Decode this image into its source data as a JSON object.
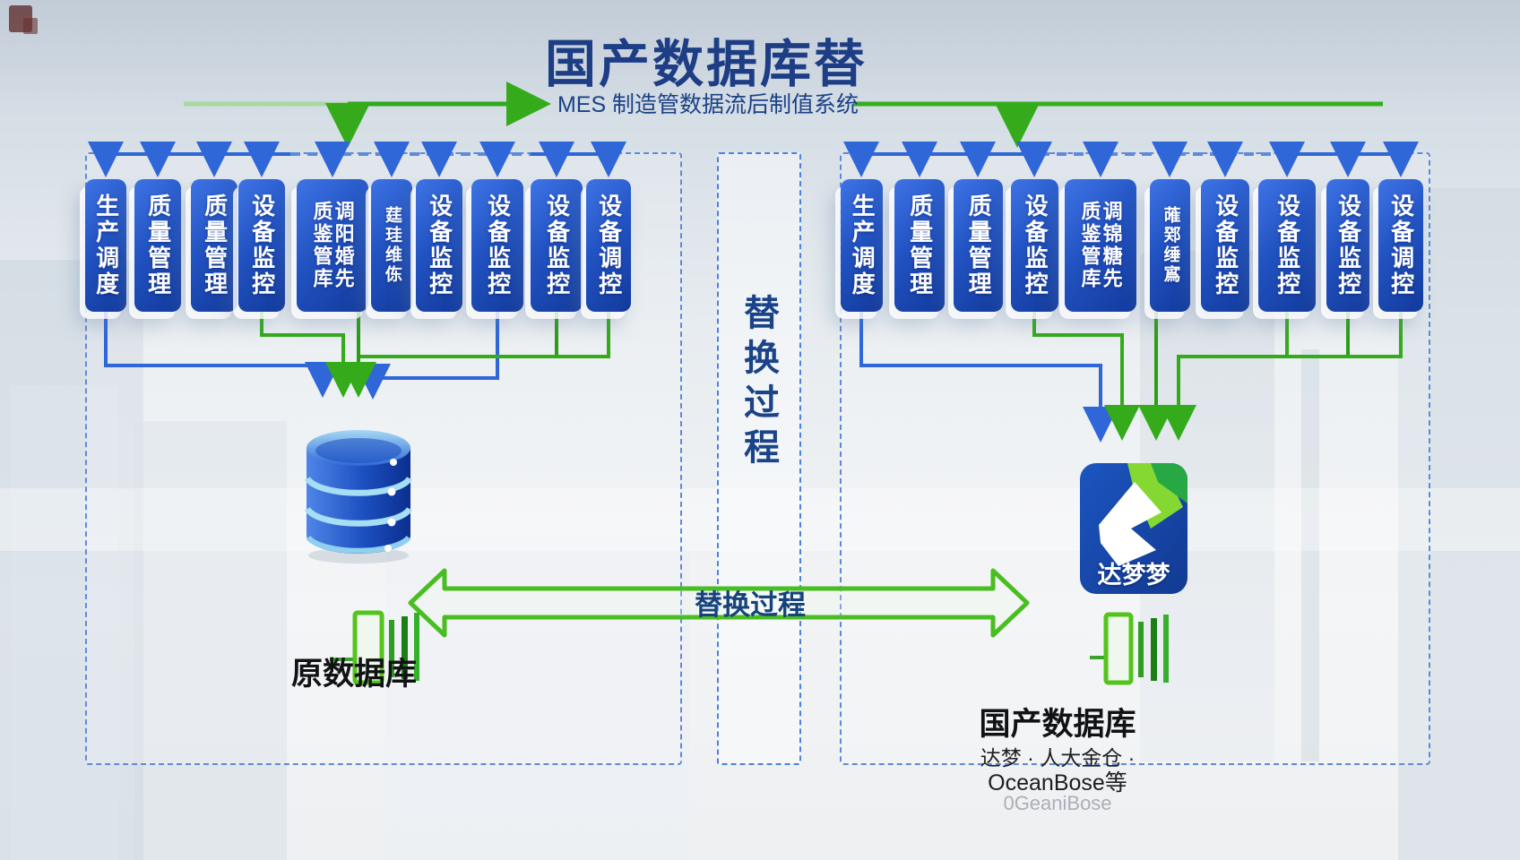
{
  "title": "国产数据库替",
  "subtitle": "MES 制造管数据流后制值系统",
  "left_panel": {
    "modules": [
      "生产调度",
      "质量管理",
      "质量管理",
      "设备监控",
      "质鉴管库",
      "调阳婚先",
      "莛珪维㑈",
      "设备监控",
      "设备监控",
      "设备监控",
      "设备调控"
    ],
    "database_label": "原数据库"
  },
  "right_panel": {
    "modules": [
      "生产调度",
      "质量管理",
      "质量管理",
      "设备监控",
      "质鉴管库",
      "调锦糖先",
      "蓶鄈缍寪",
      "设备监控",
      "设备监控",
      "设备监控",
      "设备调控"
    ],
    "database_label": "国产数据库",
    "database_sub1": "达梦 · 人大金仓 ·",
    "database_sub2": "OceanBose等",
    "database_sub3": "0GeaniBose",
    "logo_text": "达梦梦"
  },
  "center": {
    "process_label": "替换过程"
  },
  "arrow": {
    "label": "替换过程"
  },
  "colors": {
    "box_blue": "#2253c2",
    "line_blue": "#2f66d8",
    "line_green": "#3aae1f",
    "title_blue": "#1d3e85",
    "logo_blue": "#1c52b8",
    "logo_green": "#27a845"
  }
}
